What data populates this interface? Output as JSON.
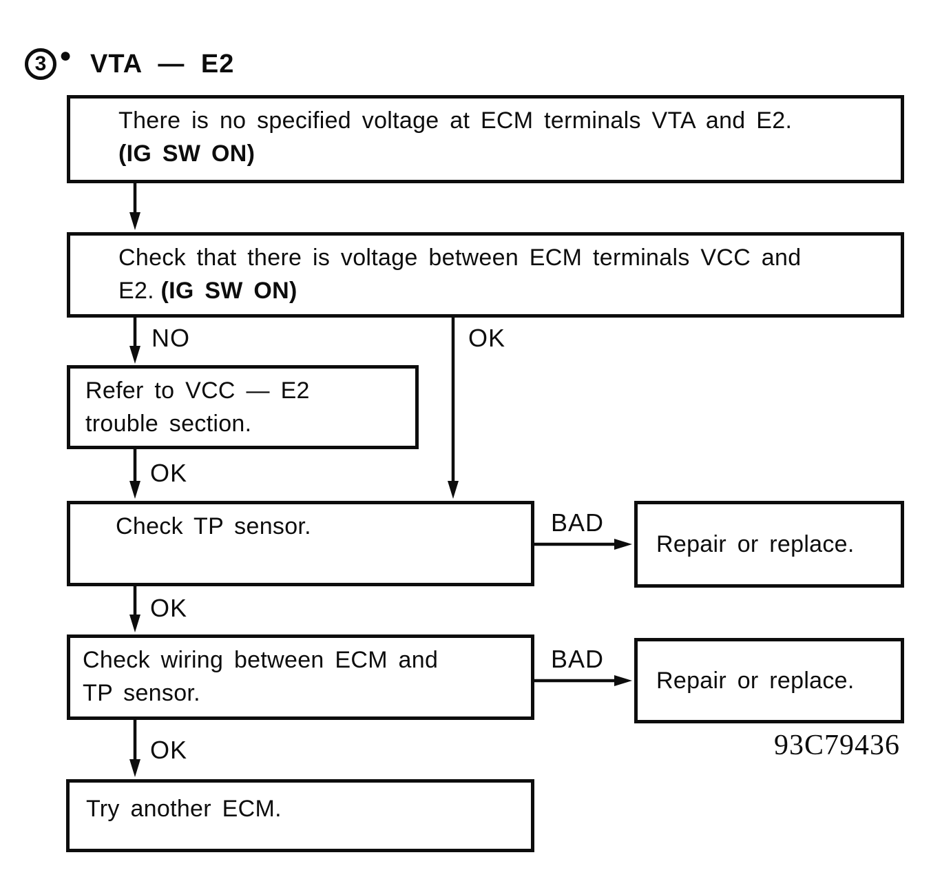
{
  "title": {
    "step_number": "3",
    "bullet": "●",
    "label": "VTA — E2"
  },
  "boxes": {
    "no_voltage": {
      "line1": "There is no specified voltage at ECM terminals VTA and E2.",
      "line2_bold": "(IG SW ON)"
    },
    "check_vcc": {
      "line1": "Check that there is voltage between ECM terminals VCC and",
      "line2": "E2.",
      "line2_bold": "(IG SW ON)"
    },
    "refer_vcc": {
      "line1": "Refer to VCC — E2",
      "line2": "trouble section."
    },
    "check_tp_sensor": {
      "line1": "Check TP sensor."
    },
    "repair_replace_1": {
      "line1": "Repair or replace."
    },
    "check_wiring": {
      "line1": "Check wiring between ECM and",
      "line2": "TP sensor."
    },
    "repair_replace_2": {
      "line1": "Repair or replace."
    },
    "try_ecm": {
      "line1": "Try another ECM."
    }
  },
  "connector_labels": {
    "no": "NO",
    "ok": "OK",
    "bad": "BAD"
  },
  "figure_code": "93C79436",
  "colors": {
    "ink": "#0d0d0d",
    "background": "#ffffff"
  }
}
